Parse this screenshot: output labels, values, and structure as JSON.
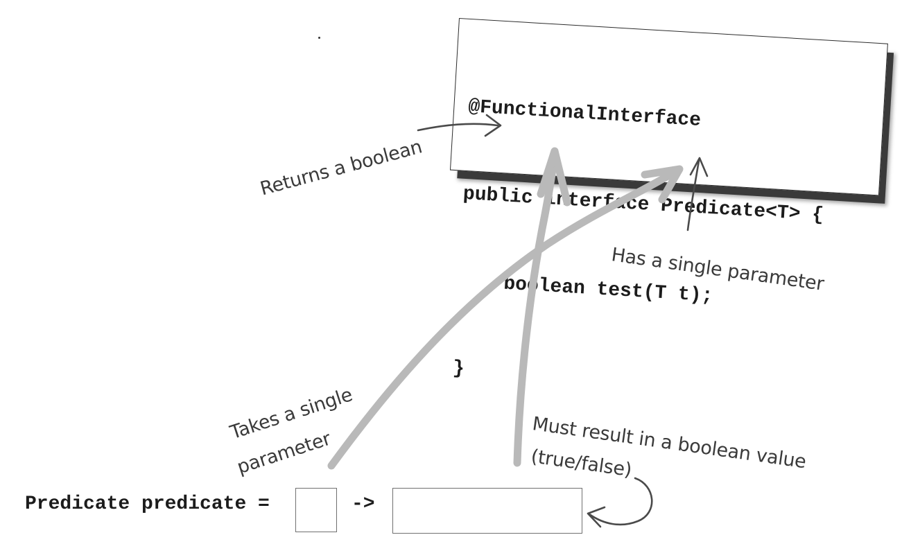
{
  "code": {
    "lines": [
      "@FunctionalInterface",
      "public interface Predicate<T> {",
      "boolean test(T t);",
      "}"
    ]
  },
  "annotations": {
    "returns_boolean": "Returns a boolean",
    "has_single_parameter": "Has a single parameter",
    "takes_single_parameter_line1": "Takes a single",
    "takes_single_parameter_line2": "parameter",
    "must_result_line1": "Must result in a boolean value",
    "must_result_line2": "(true/false)"
  },
  "statement": {
    "prefix": "Predicate predicate =",
    "operator": "->"
  },
  "colors": {
    "thick_arrow": "#b9b9b9",
    "thin_arrow": "#4a4a4a",
    "text": "#1c1c1c"
  }
}
